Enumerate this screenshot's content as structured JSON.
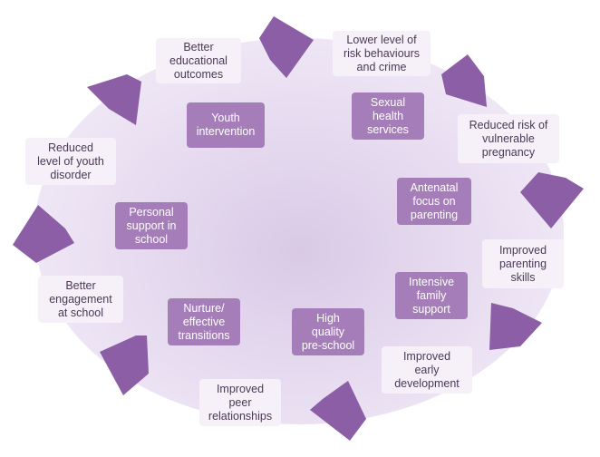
{
  "colors": {
    "arrow": "#8b5ea6",
    "inner_box": "#a57db9",
    "outer_box": "#f6f1f9",
    "ellipse_center": "#d9c9e6",
    "ellipse_edge": "#f3eef8"
  },
  "outcomes": [
    {
      "key": "better_educational_outcomes",
      "label": "Better\neducational\noutcomes"
    },
    {
      "key": "lower_risk_behaviours",
      "label": "Lower level of\nrisk behaviours\nand crime"
    },
    {
      "key": "reduced_risk_vulnerable_pregnancy",
      "label": "Reduced risk of\nvulnerable\npregnancy"
    },
    {
      "key": "improved_parenting_skills",
      "label": "Improved\nparenting\nskills"
    },
    {
      "key": "improved_early_development",
      "label": "Improved\nearly\ndevelopment"
    },
    {
      "key": "improved_peer_relationships",
      "label": "Improved\npeer\nrelationships"
    },
    {
      "key": "better_engagement_school",
      "label": "Better\nengagement\nat school"
    },
    {
      "key": "reduced_youth_disorder",
      "label": "Reduced\nlevel of youth\ndisorder"
    }
  ],
  "interventions": [
    {
      "key": "youth_intervention",
      "label": "Youth\nintervention"
    },
    {
      "key": "sexual_health_services",
      "label": "Sexual\nhealth\nservices"
    },
    {
      "key": "antenatal_focus_parenting",
      "label": "Antenatal\nfocus on\nparenting"
    },
    {
      "key": "intensive_family_support",
      "label": "Intensive\nfamily\nsupport"
    },
    {
      "key": "high_quality_preschool",
      "label": "High\nquality\npre-school"
    },
    {
      "key": "nurture_transitions",
      "label": "Nurture/\neffective\ntransitions"
    },
    {
      "key": "personal_support_school",
      "label": "Personal\nsupport in\nschool"
    }
  ]
}
